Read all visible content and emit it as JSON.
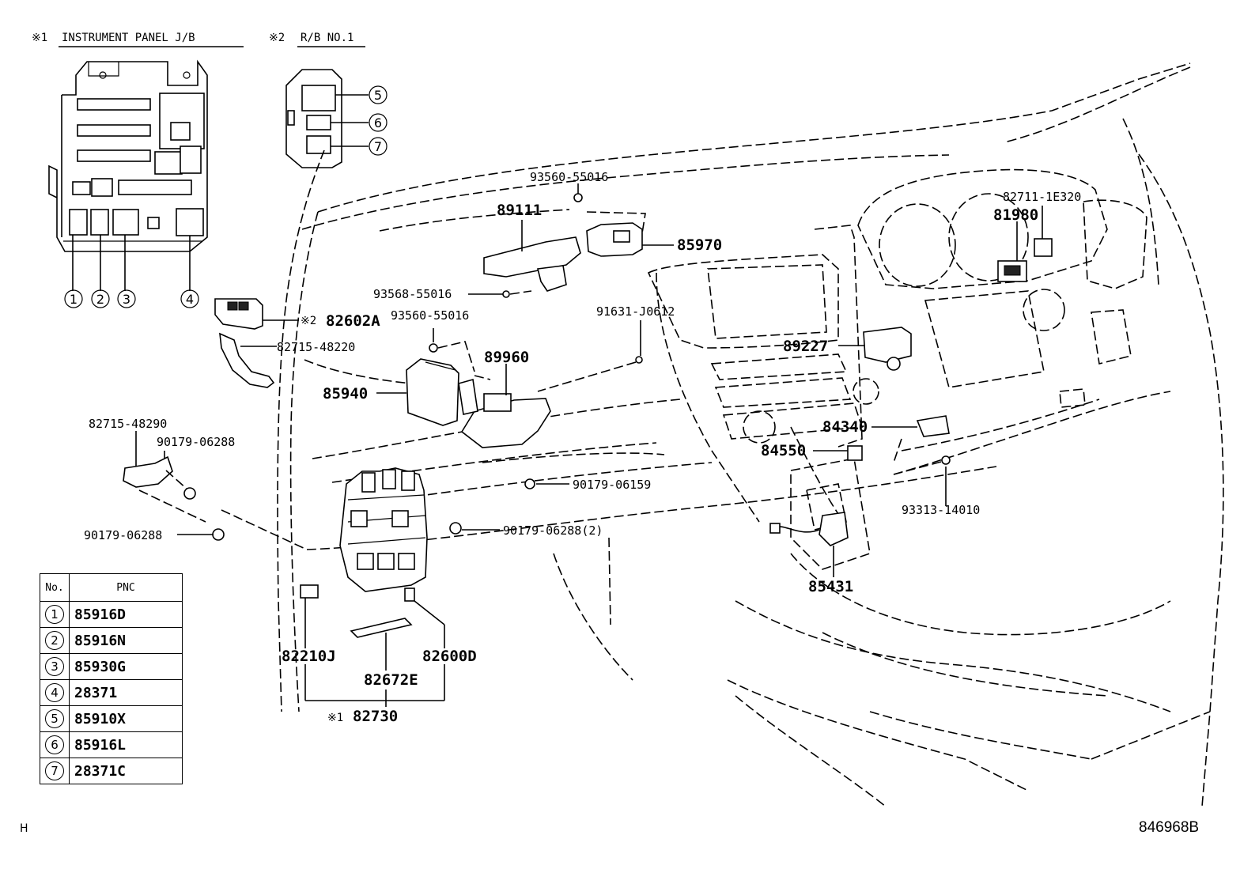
{
  "headers": {
    "jb_mark": "※1",
    "jb_title": "INSTRUMENT PANEL J/B",
    "rb_mark": "※2",
    "rb_title": "R/B NO.1"
  },
  "circle_numbers": [
    "1",
    "2",
    "3",
    "4",
    "5",
    "6",
    "7"
  ],
  "part_labels": {
    "p93560_55016_top": "93560-55016",
    "p89111": "89111",
    "p85970": "85970",
    "p82711_1e320": "82711-1E320",
    "p81980": "81980",
    "p93568_55016": "93568-55016",
    "p82602a_mark": "※2",
    "p82602a": "82602A",
    "p93560_55016_mid": "93560-55016",
    "p91631_j0612": "91631-J0612",
    "p82715_48220": "82715-48220",
    "p89960": "89960",
    "p89227": "89227",
    "p85940": "85940",
    "p82715_48290": "82715-48290",
    "p90179_06288_a": "90179-06288",
    "p84340": "84340",
    "p84550": "84550",
    "p90179_06159": "90179-06159",
    "p93313_14010": "93313-14010",
    "p90179_06288_b": "90179-06288",
    "p90179_06288_2": "90179-06288(2)",
    "p85431": "85431",
    "p82210j": "82210J",
    "p82600d": "82600D",
    "p82672e": "82672E",
    "p82730_mark": "※1",
    "p82730": "82730"
  },
  "table": {
    "col_no": "No.",
    "col_pnc": "PNC",
    "rows": [
      {
        "no": "1",
        "pnc": "85916D"
      },
      {
        "no": "2",
        "pnc": "85916N"
      },
      {
        "no": "3",
        "pnc": "85930G"
      },
      {
        "no": "4",
        "pnc": "28371"
      },
      {
        "no": "5",
        "pnc": "85910X"
      },
      {
        "no": "6",
        "pnc": "85916L"
      },
      {
        "no": "7",
        "pnc": "28371C"
      }
    ]
  },
  "footer": {
    "left_mark": "H",
    "diagram_id": "846968B"
  }
}
